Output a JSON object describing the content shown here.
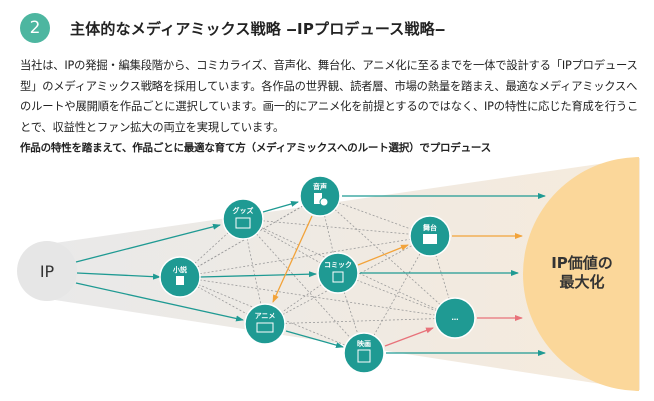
{
  "section_number": "2",
  "title": "主体的なメディアミックス戦略 ‒IPプロデュース戦略‒",
  "body": "当社は、IPの発掘・編集段階から、コミカライズ、音声化、舞台化、アニメ化に至るまでを一体で設計する「IPプロデュース型」のメディアミックス戦略を採用しています。各作品の世界観、読者層、市場の熱量を踏まえ、最適なメディアミックスへのルートや展開順を作品ごとに選択しています。画一的にアニメ化を前提とするのではなく、IPの特性に応じた育成を行うことで、収益性とファン拡大の両立を実現しています。",
  "diagram_caption": "作品の特性を踏まえて、作品ごとに最適な育て方（メディアミックスへのルート選択）でプロデュース",
  "diagram": {
    "source": "IP",
    "goal_line1": "IP価値の",
    "goal_line2": "最大化",
    "nodes": {
      "novel": "小説",
      "goods": "グッズ",
      "audio": "音声",
      "comic": "コミック",
      "stage": "舞台",
      "anime": "アニメ",
      "movie": "映画",
      "more": "…"
    },
    "colors": {
      "teal": "#1f9a93",
      "orange": "#f2a33a",
      "pink": "#e8727a",
      "goal": "#fbd79a",
      "fan": "#f6ebdc",
      "source": "#e6e6e6"
    }
  }
}
